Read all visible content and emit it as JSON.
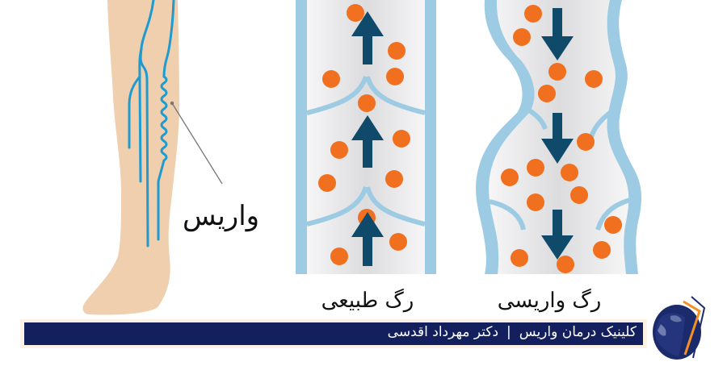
{
  "illustration": {
    "leg_label": "واریس",
    "normal_vein_caption": "رگ طبیعی",
    "varicose_vein_caption": "رگ واریسی"
  },
  "footer": {
    "clinic_name": "کلینیک درمان واریس",
    "separator": "|",
    "doctor_name": "دکتر مهرداد اقدسی"
  },
  "colors": {
    "skin": "#efcfad",
    "leg_vein": "#1e9bd0",
    "vein_wall": "#9ccbe3",
    "vein_interior": "#eeeeef",
    "blood_cell": "#f07020",
    "arrow": "#0f4a6a",
    "footer_bar": "#141f5e",
    "footer_band": "#fdf1e6",
    "logo_orange": "#f39020"
  },
  "icons": {
    "normal_flow_arrows": "arrow-up-icon",
    "varicose_flow_arrows": "arrow-down-icon",
    "logo": "globe-logo-icon"
  }
}
